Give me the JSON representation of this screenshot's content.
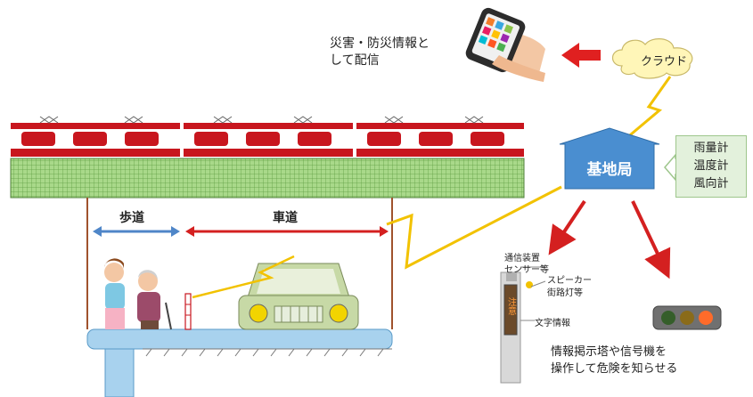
{
  "labels": {
    "disaster_info_line1": "災害・防災情報と",
    "disaster_info_line2": "して配信",
    "cloud": "クラウド",
    "base_station": "基地局",
    "sensors": [
      "雨量計",
      "温度計",
      "風向計"
    ],
    "sidewalk": "歩道",
    "roadway": "車道",
    "comm_device_line1": "通信装置",
    "comm_device_line2": "センサー等",
    "speaker_line1": "スピーカー",
    "speaker_line2": "街路灯等",
    "text_info": "文字情報",
    "board_text": "注意",
    "action_line1": "情報掲示塔や信号機を",
    "action_line2": "操作して危険を知らせる"
  },
  "colors": {
    "train_red": "#c8161e",
    "base_station": "#4a8ed0",
    "arrow_red": "#d42020",
    "signal_yellow": "#f2c200",
    "sidewalk_arrow": "#4f86c8",
    "road_surface": "#a8d2ee",
    "bridge_line": "#a0522d"
  }
}
